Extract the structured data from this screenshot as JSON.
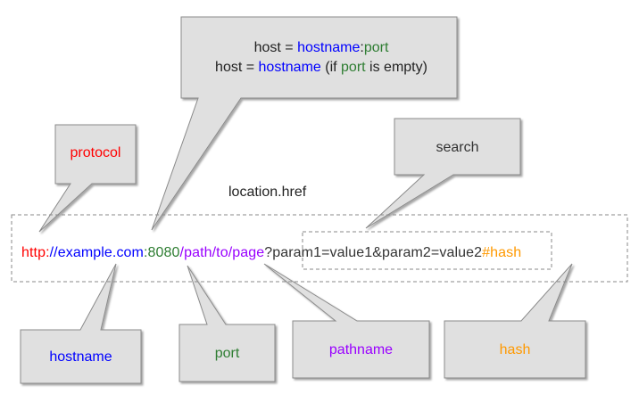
{
  "colors": {
    "protocol": "#ff0000",
    "hostname": "#0000ff",
    "port": "#2e7d32",
    "pathname": "#9900ff",
    "search": "#333333",
    "hash": "#ff9900",
    "box_fill": "#e0e0e0",
    "box_stroke": "#8a8a8a"
  },
  "title": "location.href",
  "host_box": {
    "line1": {
      "prefix": "host = ",
      "hostname": "hostname",
      "colon": ":",
      "port": "port"
    },
    "line2": {
      "prefix": "host = ",
      "hostname": "hostname",
      "mid": " (if ",
      "port": "port",
      "suffix": " is empty)"
    }
  },
  "url": {
    "protocol": "http:",
    "slashes": "//",
    "hostname": "example.com",
    "colon": ":",
    "port": "8080",
    "pathname": "/path/to/page",
    "search": "?param1=value1&param2=value2",
    "hash": "#hash"
  },
  "labels": {
    "protocol": "protocol",
    "search": "search",
    "hostname": "hostname",
    "port": "port",
    "pathname": "pathname",
    "hash": "hash"
  }
}
